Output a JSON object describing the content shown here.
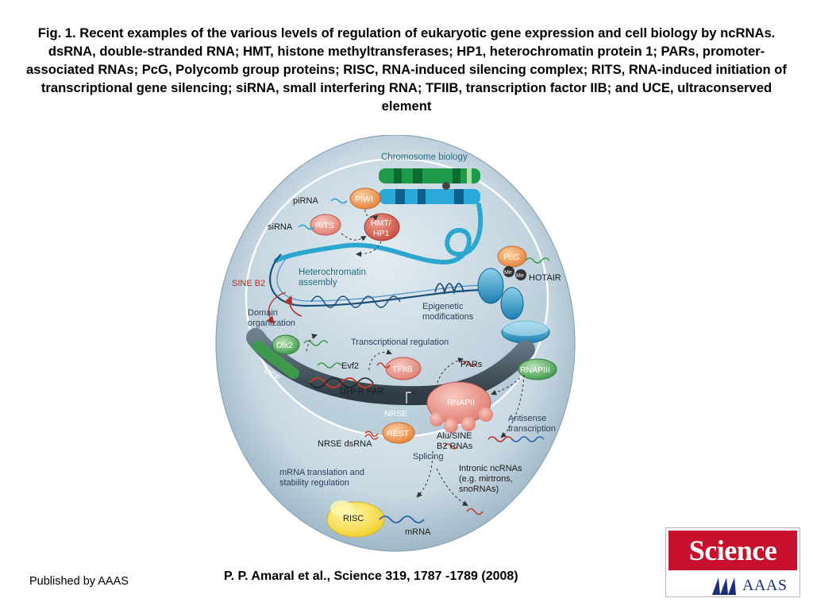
{
  "caption": "Fig. 1. Recent examples of the various levels of regulation of eukaryotic gene expression and cell biology by ncRNAs. dsRNA, double-stranded RNA; HMT, histone methyltransferases; HP1, heterochromatin protein 1; PARs, promoter-associated RNAs; PcG, Polycomb group proteins; RISC, RNA-induced silencing complex; RITS, RNA-induced initiation of transcriptional gene silencing; siRNA, small interfering RNA; TFIIB, transcription factor IIB; and UCE, ultraconserved element",
  "figure": {
    "chromosome_biology": "Chromosome biology",
    "pirna": "piRNA",
    "piwi": "PIWI",
    "sirna": "siRNA",
    "rits": "RITS",
    "hmt_line1": "HMT/",
    "hmt_line2": "HP1",
    "heterochromatin_line1": "Heterochromatin",
    "heterochromatin_line2": "assembly",
    "sine_b2": "SINE B2",
    "pcg": "PcG",
    "me1": "Me",
    "me2": "Me",
    "hotair": "HOTAIR",
    "domain_line1": "Domain",
    "domain_line2": "organization",
    "epigenetic_line1": "Epigenetic",
    "epigenetic_line2": "modifications",
    "dlx2": "Dlx2",
    "transcriptional_regulation": "Transcriptional regulation",
    "evf2": "Evf2",
    "tfiib": "TFIIB",
    "pars": "PARs",
    "rnapiii": "RNAPIII",
    "uce": "UCE",
    "dhfr_par": "DHFR PAR",
    "rnapii": "RNAPII",
    "nrse": "NRSE",
    "rest": "REST",
    "nrse_dsrna": "NRSE dsRNA",
    "alu_line1": "Alu/SINE",
    "alu_line2": "B2 RNAs",
    "splicing": "Splicing",
    "antisense_line1": "Antisense",
    "antisense_line2": "transcription",
    "intronic_line1": "Intronic ncRNAs",
    "intronic_line2": "(e.g. mirtrons,",
    "intronic_line3": "snoRNAs)",
    "mrna_trans_line1": "mRNA translation and",
    "mrna_trans_line2": "stability regulation",
    "risc": "RISC",
    "mrna": "mRNA"
  },
  "footer": {
    "published": "Published by AAAS",
    "citation": "P. P.  Amaral et al.,  Science  319, 1787 -1789 (2008)"
  },
  "logo": {
    "science": "Science",
    "aaas": "AAAS"
  },
  "colors": {
    "science_red": "#c8102e",
    "aaas_blue": "#1b2f7a",
    "cell_blue": "#b9cfdc",
    "label_blue": "#1f6f86"
  }
}
